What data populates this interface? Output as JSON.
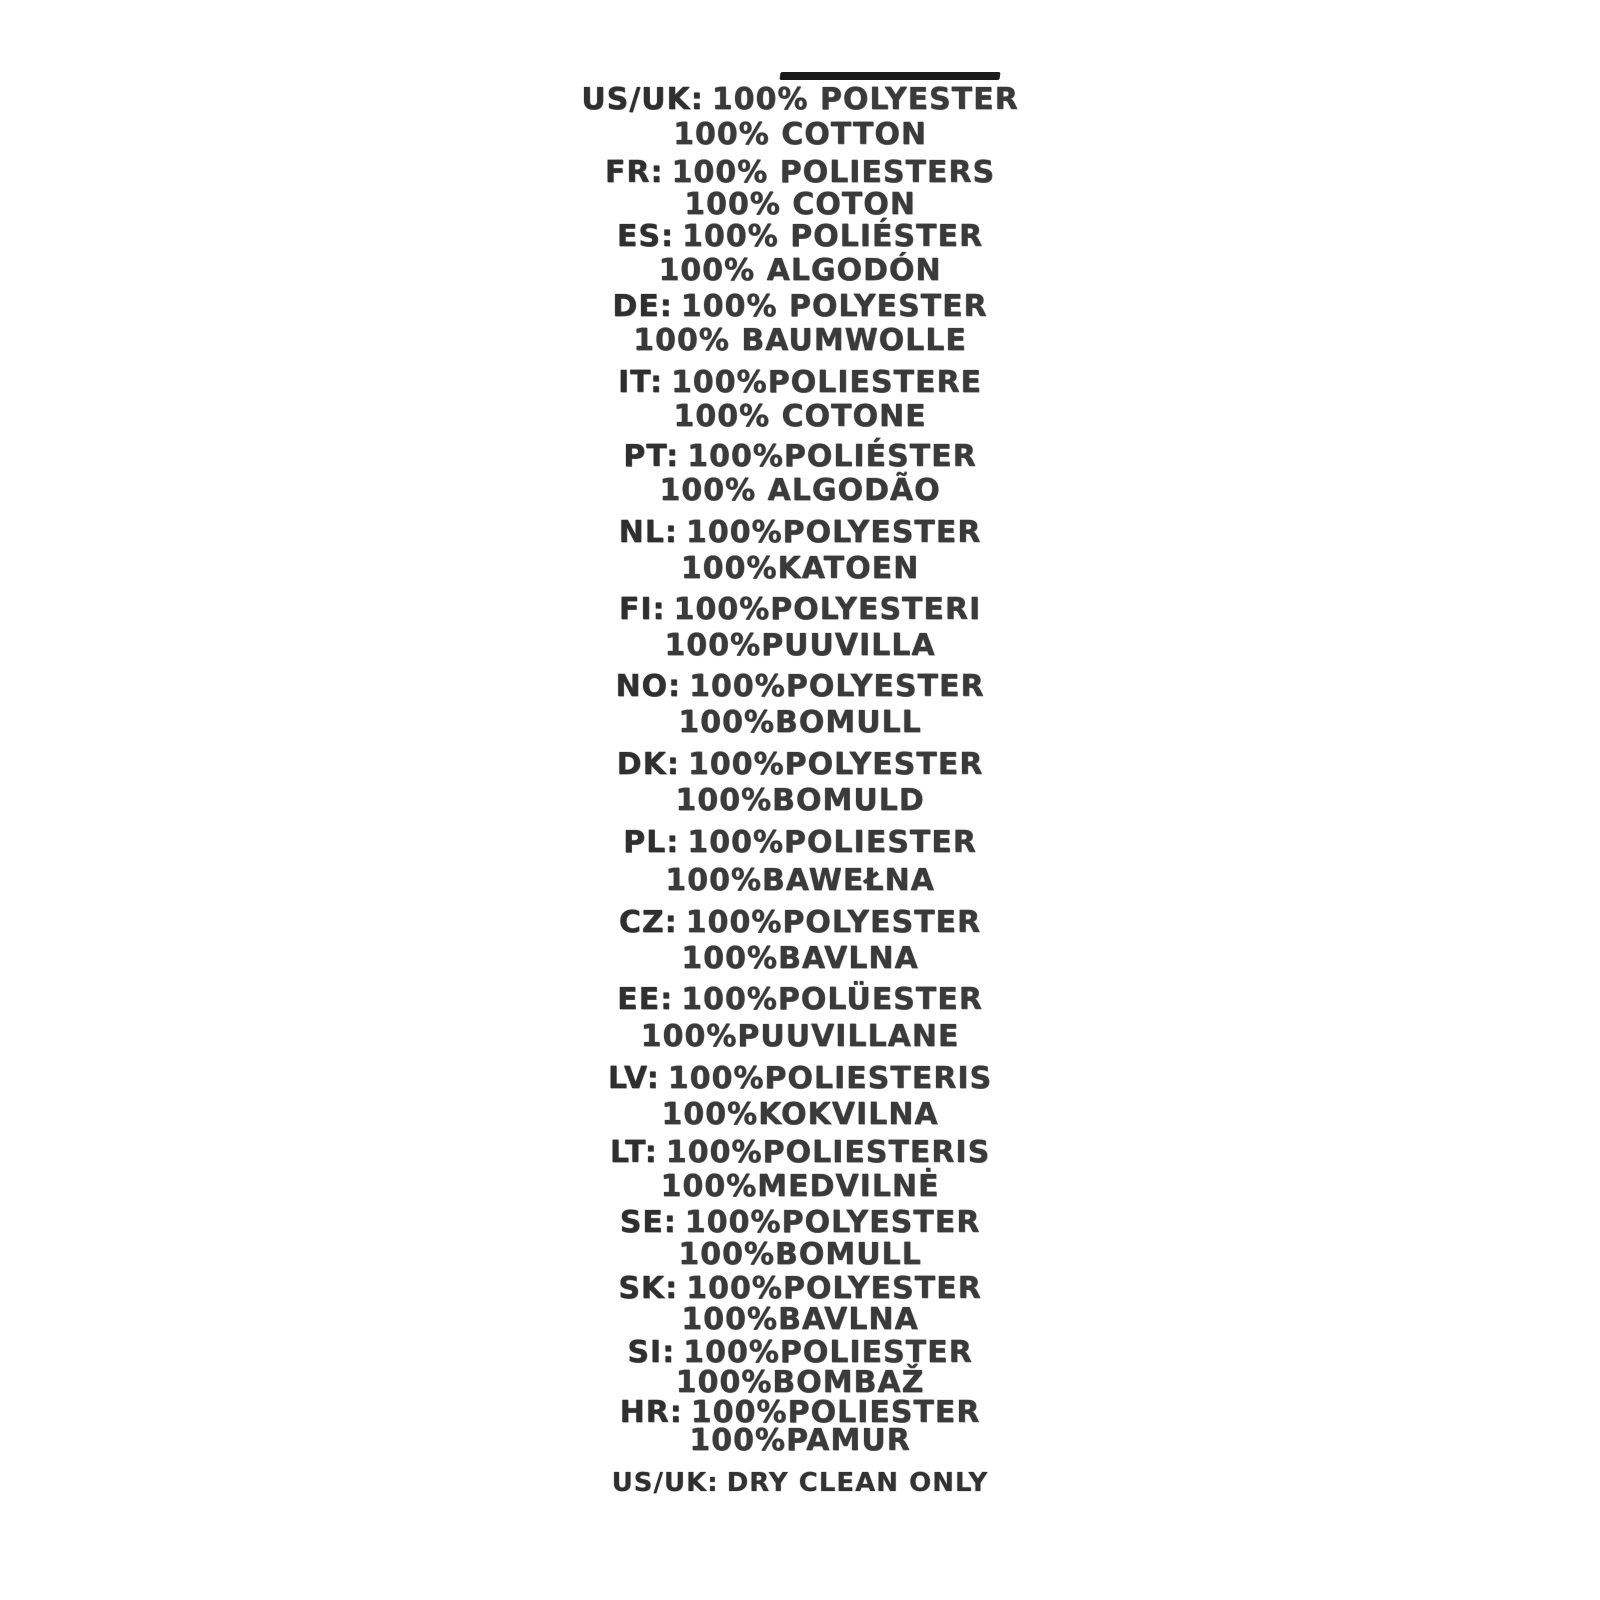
{
  "label": {
    "entries": [
      {
        "code": "US/UK:",
        "line1": "100% POLYESTER",
        "line2": "100% COTTON"
      },
      {
        "code": "FR:",
        "line1": "100% POLIESTERS",
        "line2": "100% COTON"
      },
      {
        "code": "ES:",
        "line1": "100% POLIÉSTER",
        "line2": "100% ALGODÓN"
      },
      {
        "code": "DE:",
        "line1": "100% POLYESTER",
        "line2": "100% BAUMWOLLE"
      },
      {
        "code": "IT:",
        "line1": "100%POLIESTERE",
        "line2": "100% COTONE"
      },
      {
        "code": "PT:",
        "line1": "100%POLIÉSTER",
        "line2": "100% ALGODÃO"
      },
      {
        "code": "NL:",
        "line1": "100%POLYESTER",
        "line2": "100%KATOEN"
      },
      {
        "code": "FI:",
        "line1": "100%POLYESTERI",
        "line2": "100%PUUVILLA"
      },
      {
        "code": "NO:",
        "line1": "100%POLYESTER",
        "line2": "100%BOMULL"
      },
      {
        "code": "DK:",
        "line1": "100%POLYESTER",
        "line2": "100%BOMULD"
      },
      {
        "code": "PL:",
        "line1": "100%POLIESTER",
        "line2": "100%BAWEŁNA"
      },
      {
        "code": "CZ:",
        "line1": "100%POLYESTER",
        "line2": "100%BAVLNA"
      },
      {
        "code": "EE:",
        "line1": "100%POLÜESTER",
        "line2": "100%PUUVILLANE"
      },
      {
        "code": "LV:",
        "line1": "100%POLIESTERIS",
        "line2": "100%KOKVILNA"
      },
      {
        "code": "LT:",
        "line1": "100%POLIESTERIS",
        "line2": "100%MEDVILNĖ"
      },
      {
        "code": "SE:",
        "line1": "100%POLYESTER",
        "line2": "100%BOMULL"
      },
      {
        "code": "SK:",
        "line1": "100%POLYESTER",
        "line2": "100%BAVLNA"
      },
      {
        "code": "SI:",
        "line1": "100%POLIESTER",
        "line2": "100%BOMBAŽ"
      },
      {
        "code": "HR:",
        "line1": "100%POLIESTER",
        "line2": "100%PAMUR"
      }
    ],
    "care": {
      "code": "US/UK:",
      "text": "DRY CLEAN ONLY"
    }
  }
}
